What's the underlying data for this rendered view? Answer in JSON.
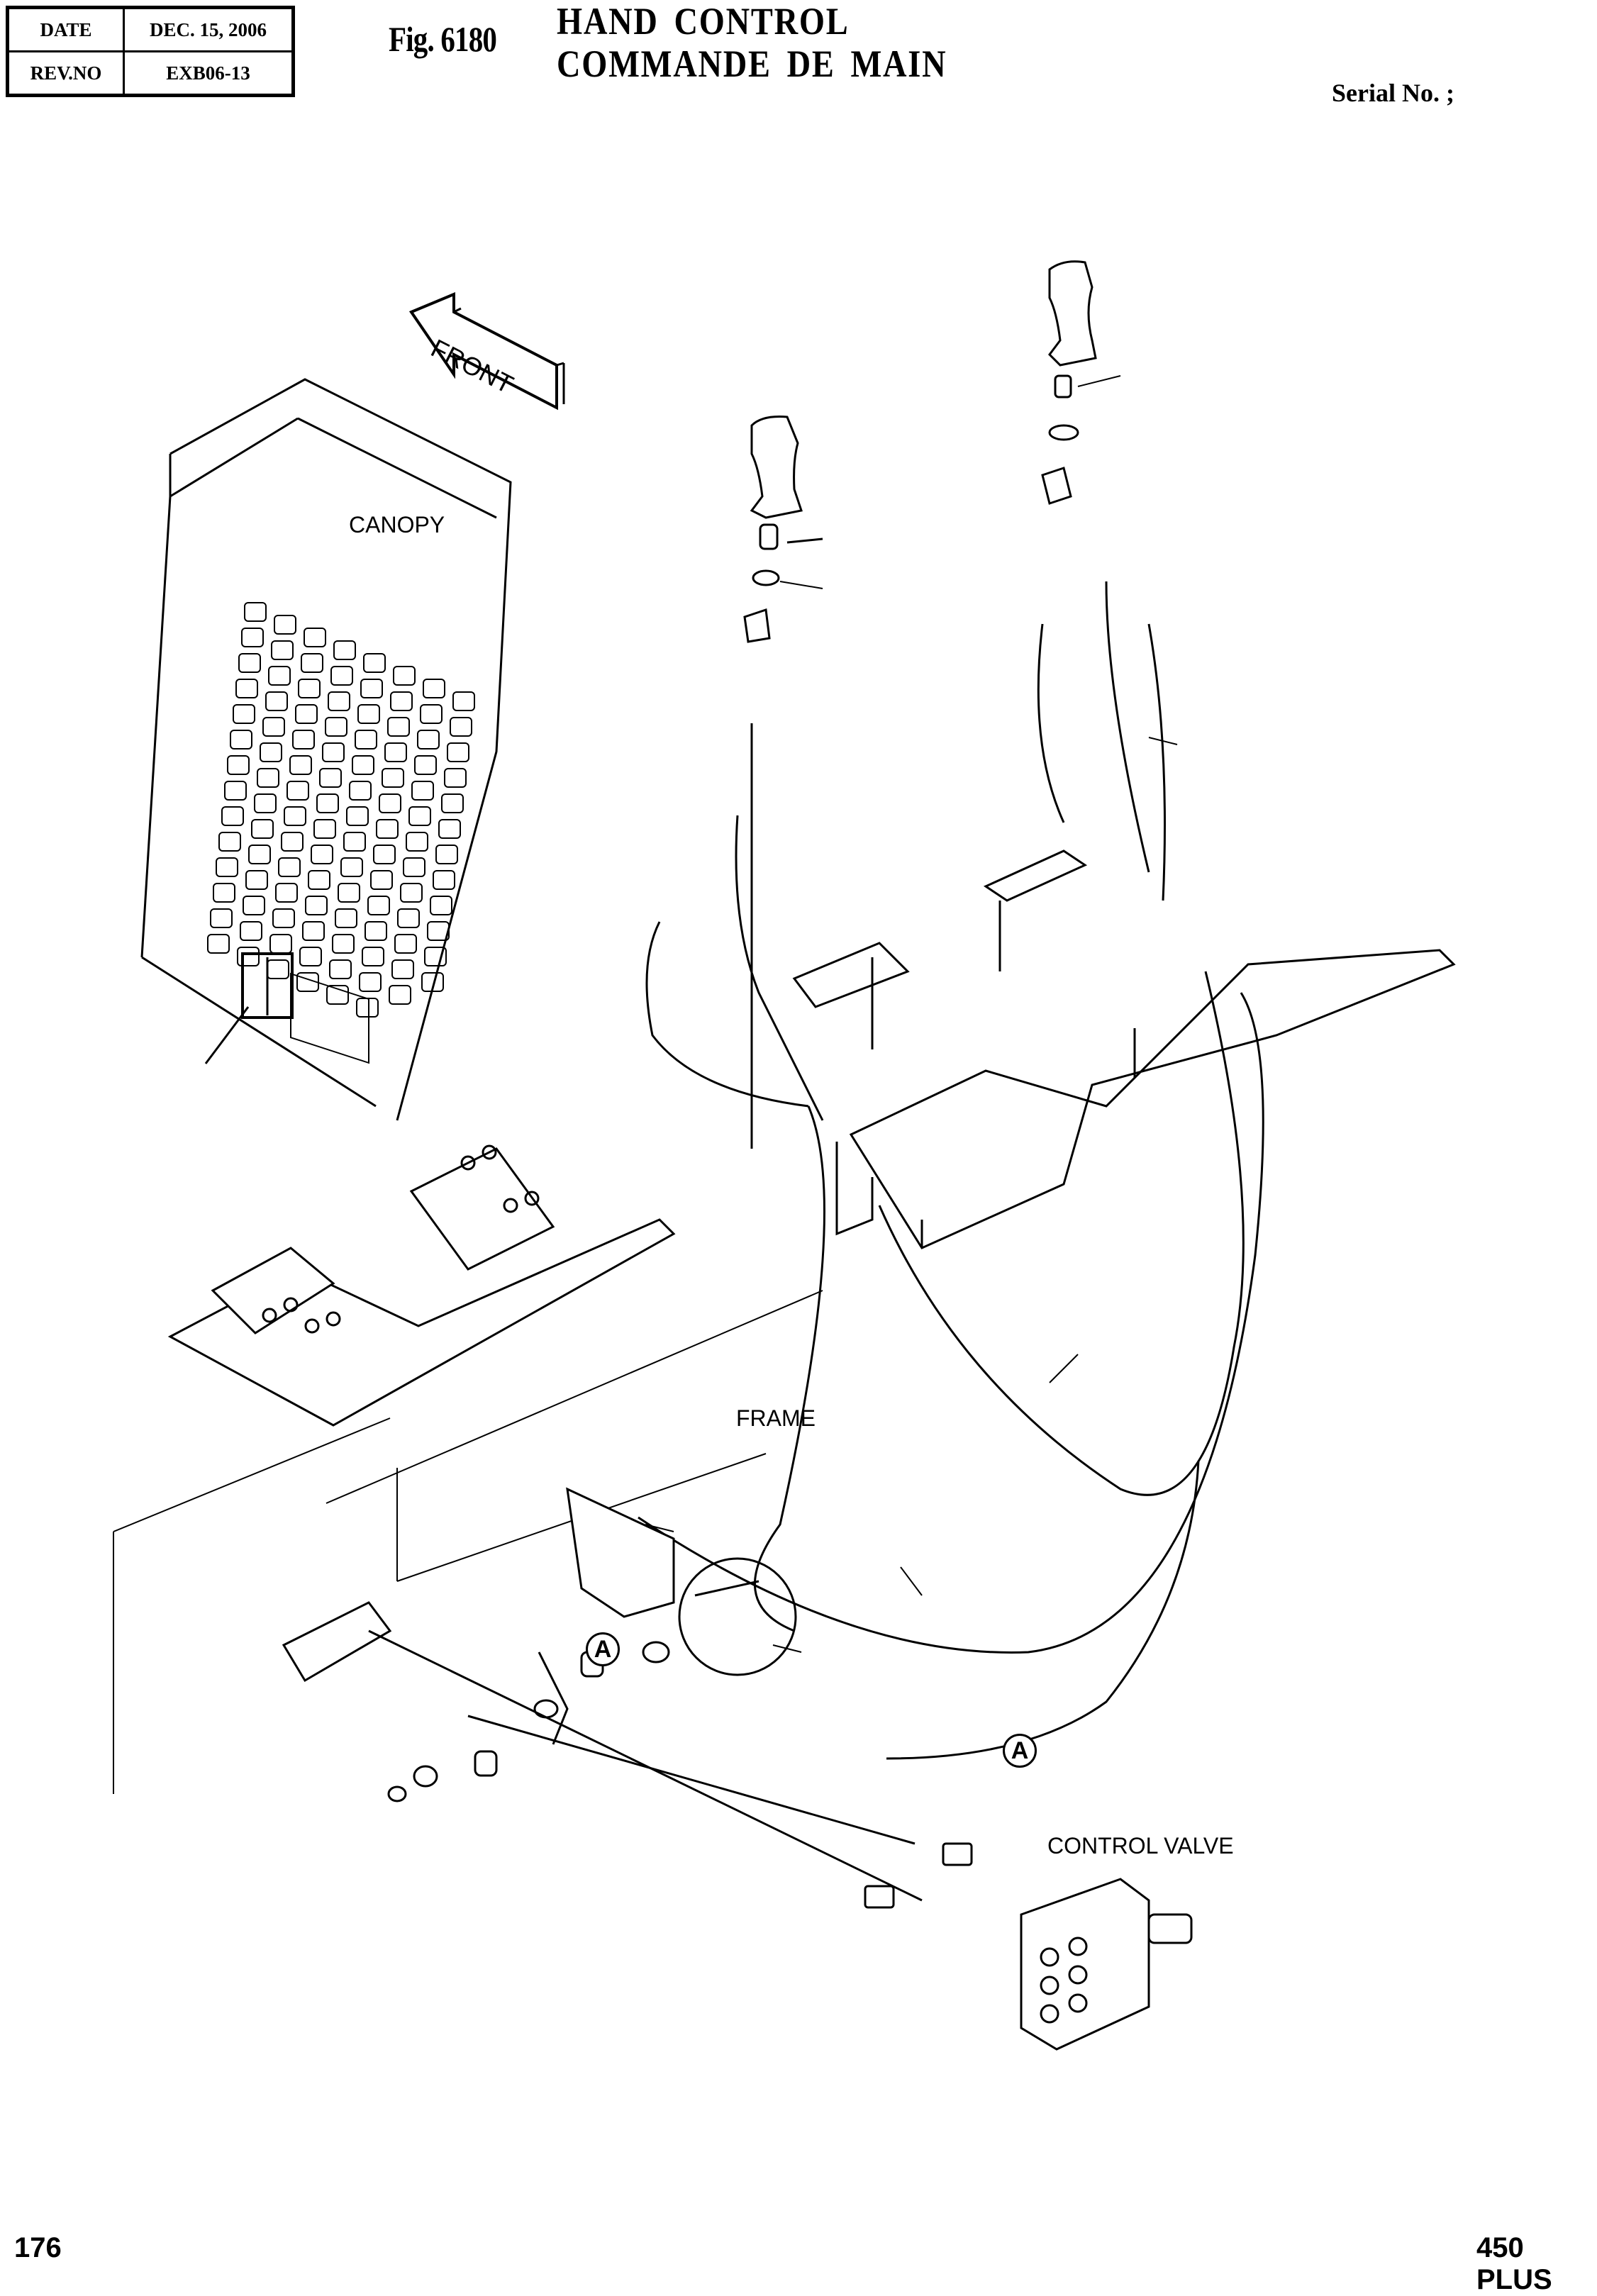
{
  "header": {
    "date_label": "DATE",
    "date_value": "DEC. 15, 2006",
    "rev_label": "REV.NO",
    "rev_value": "EXB06-13"
  },
  "figure": {
    "number": "Fig. 6180",
    "title_en": "HAND CONTROL",
    "title_fr": "COMMANDE DE MAIN",
    "serial_label": "Serial No. ;"
  },
  "labels": {
    "front_arrow": "FRONT",
    "canopy": "CANOPY",
    "frame": "FRAME",
    "control_valve": "CONTROL VALVE"
  },
  "callouts": [
    "A",
    "A"
  ],
  "footer": {
    "page_number": "176",
    "model": "450 PLUS"
  },
  "icons": {
    "front_direction": "arrow-left-isometric",
    "left_joystick": "joystick-handle",
    "right_joystick": "joystick-handle"
  }
}
